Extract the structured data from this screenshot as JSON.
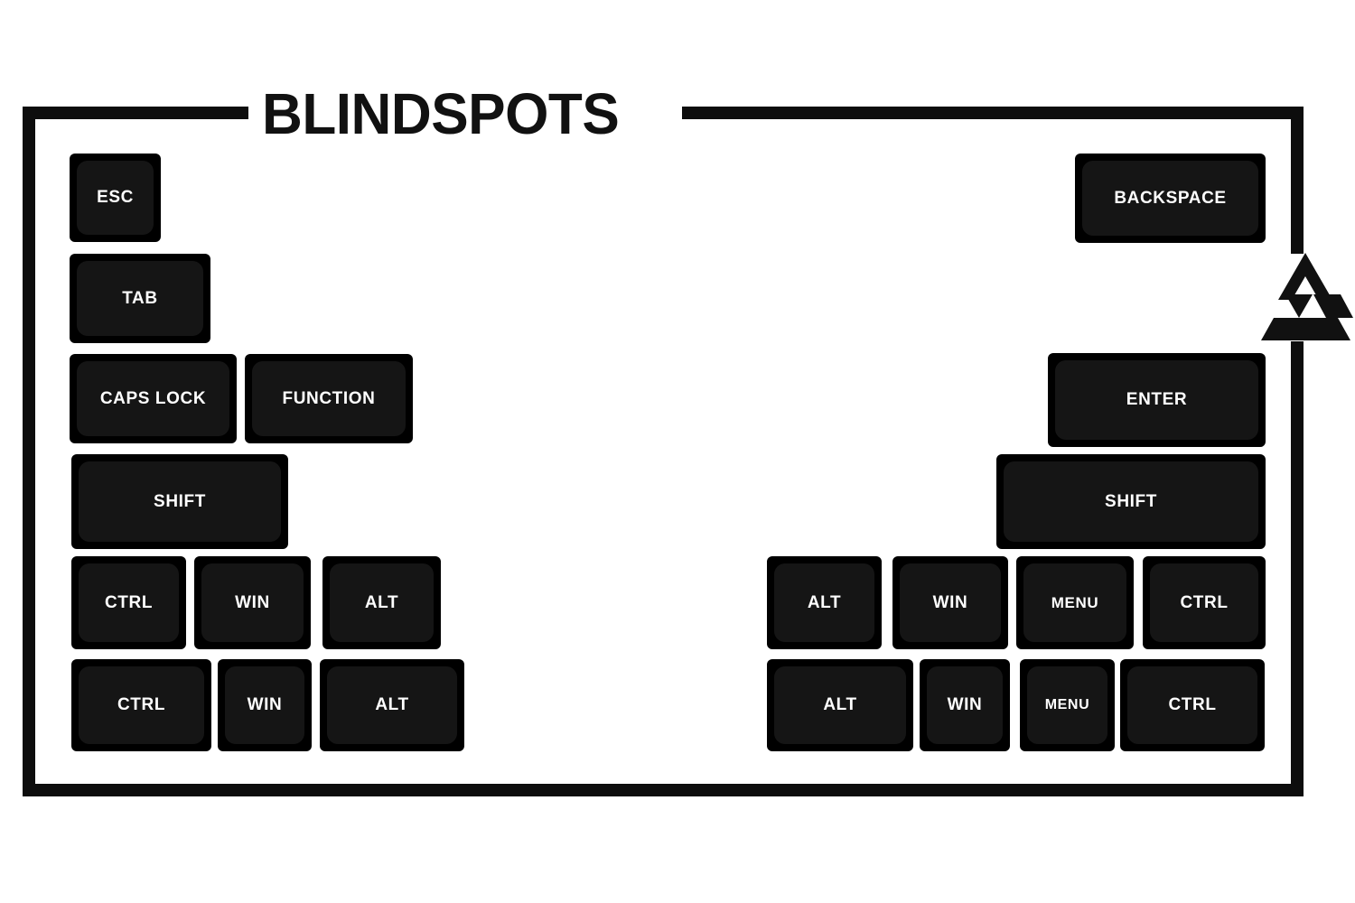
{
  "page": {
    "title": "BLINDSPOTS",
    "background_color": "#ffffff",
    "frame_color": "#0d0d0d",
    "key_shell_color": "#000000",
    "key_cap_color": "#151515",
    "legend_color": "#ffffff"
  },
  "logo": {
    "name": "triangle-logo",
    "description": "split triangle mark"
  },
  "keyboard": {
    "left": {
      "rows": [
        {
          "name": "esc-row",
          "keys": [
            {
              "label": "ESC"
            }
          ]
        },
        {
          "name": "tab-row",
          "keys": [
            {
              "label": "TAB"
            }
          ]
        },
        {
          "name": "capslock-row",
          "keys": [
            {
              "label": "CAPS LOCK"
            },
            {
              "label": "FUNCTION"
            }
          ]
        },
        {
          "name": "shift-row",
          "keys": [
            {
              "label": "SHIFT"
            }
          ]
        },
        {
          "name": "mod-row-1",
          "keys": [
            {
              "label": "CTRL"
            },
            {
              "label": "WIN"
            },
            {
              "label": "ALT"
            }
          ]
        },
        {
          "name": "mod-row-2",
          "keys": [
            {
              "label": "CTRL"
            },
            {
              "label": "WIN"
            },
            {
              "label": "ALT"
            }
          ]
        }
      ]
    },
    "right": {
      "rows": [
        {
          "name": "backspace-row",
          "keys": [
            {
              "label": "BACKSPACE"
            }
          ]
        },
        {
          "name": "enter-row",
          "keys": [
            {
              "label": "ENTER"
            }
          ]
        },
        {
          "name": "shift-row",
          "keys": [
            {
              "label": "SHIFT"
            }
          ]
        },
        {
          "name": "mod-row-1",
          "keys": [
            {
              "label": "ALT"
            },
            {
              "label": "WIN"
            },
            {
              "label": "MENU"
            },
            {
              "label": "CTRL"
            }
          ]
        },
        {
          "name": "mod-row-2",
          "keys": [
            {
              "label": "ALT"
            },
            {
              "label": "WIN"
            },
            {
              "label": "MENU"
            },
            {
              "label": "CTRL"
            }
          ]
        }
      ]
    }
  },
  "keys_flat": {
    "esc": "ESC",
    "tab": "TAB",
    "caps_lock": "CAPS LOCK",
    "function": "FUNCTION",
    "shift_left": "SHIFT",
    "ctrl_l1": "CTRL",
    "win_l1": "WIN",
    "alt_l1": "ALT",
    "ctrl_l2": "CTRL",
    "win_l2": "WIN",
    "alt_l2": "ALT",
    "backspace": "BACKSPACE",
    "enter": "ENTER",
    "shift_right": "SHIFT",
    "alt_r1": "ALT",
    "win_r1": "WIN",
    "menu_r1": "MENU",
    "ctrl_r1": "CTRL",
    "alt_r2": "ALT",
    "win_r2": "WIN",
    "menu_r2": "MENU",
    "ctrl_r2": "CTRL"
  }
}
